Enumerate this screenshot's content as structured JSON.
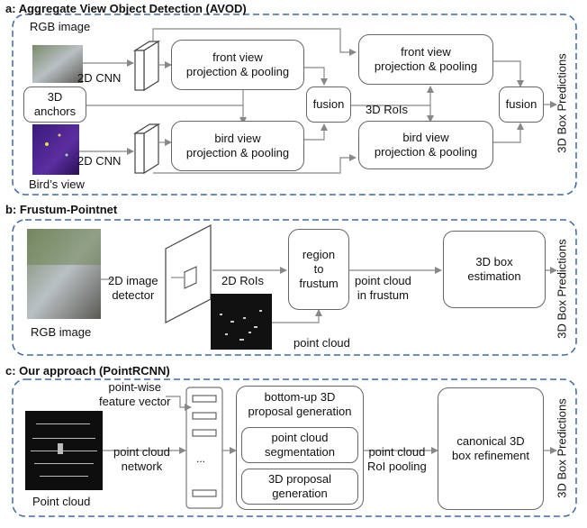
{
  "panel_a": {
    "title": "a: Aggregate View Object Detection (AVOD)",
    "rgb_image": "RGB image",
    "birds_view": "Bird’s view",
    "anchors": "3D\nanchors",
    "cnn_top": "2D CNN",
    "cnn_bottom": "2D CNN",
    "front_1": "front view\nprojection & pooling",
    "bird_1": "bird view\nprojection & pooling",
    "fusion_1": "fusion",
    "rois": "3D RoIs",
    "front_2": "front view\nprojection & pooling",
    "bird_2": "bird view\nprojection & pooling",
    "fusion_2": "fusion",
    "predictions": "3D Box Predictions"
  },
  "panel_b": {
    "title": "b: Frustum-Pointnet",
    "rgb_image": "RGB image",
    "detector": "2D image\ndetector",
    "rois": "2D RoIs",
    "region": "region\nto\nfrustum",
    "point_cloud": "point cloud",
    "pc_frustum": "point cloud\nin frustum",
    "box_est": "3D box\nestimation",
    "predictions": "3D Box Predictions"
  },
  "panel_c": {
    "title": "c: Our approach (PointRCNN)",
    "point_cloud": "Point cloud",
    "pointwise": "point-wise\nfeature vector",
    "pc_network": "point cloud\nnetwork",
    "dots": "...",
    "bottom_up": "bottom-up 3D\nproposal generation",
    "seg": "point cloud\nsegmentation",
    "proposal": "3D proposal\ngeneration",
    "roi_pool": "point cloud\nRoI pooling",
    "refine": "canonical 3D\nbox refinement",
    "predictions": "3D Box Predictions"
  },
  "colors": {
    "panel_border": "#3d6aa8",
    "box_border": "#666666",
    "arrow": "#888888"
  }
}
